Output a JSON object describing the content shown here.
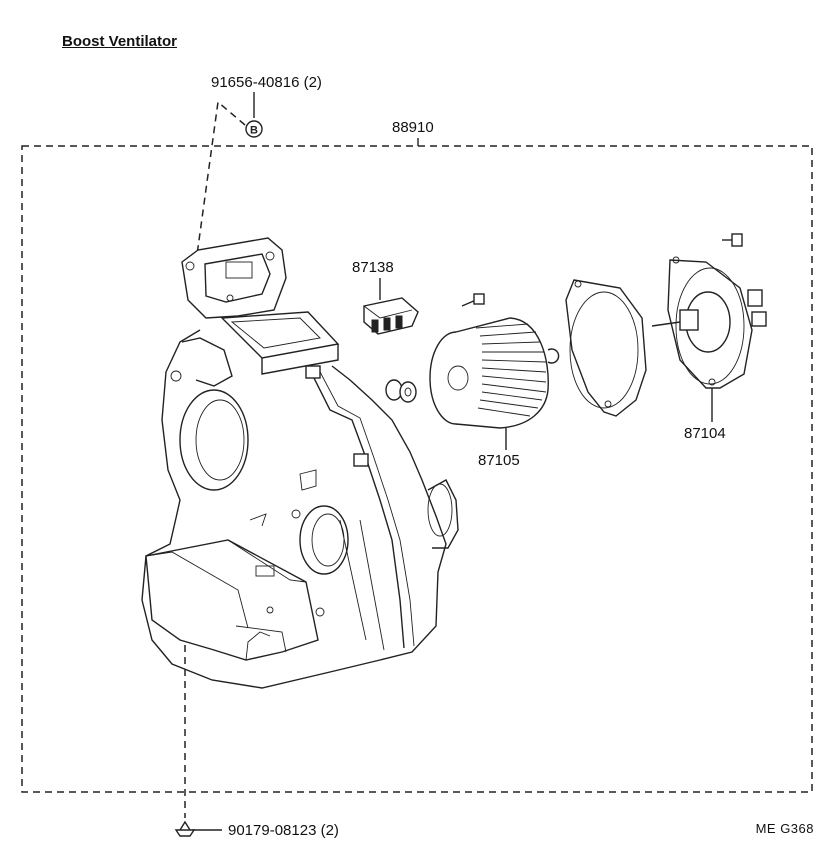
{
  "title": "Boost Ventilator",
  "footer_code": "ME  G368",
  "callout_b": "B",
  "parts": {
    "assembly": "88910",
    "screw": "91656-40816 (2)",
    "resistor": "87138",
    "fan": "87105",
    "motor": "87104",
    "clip": "90179-08123 (2)"
  }
}
